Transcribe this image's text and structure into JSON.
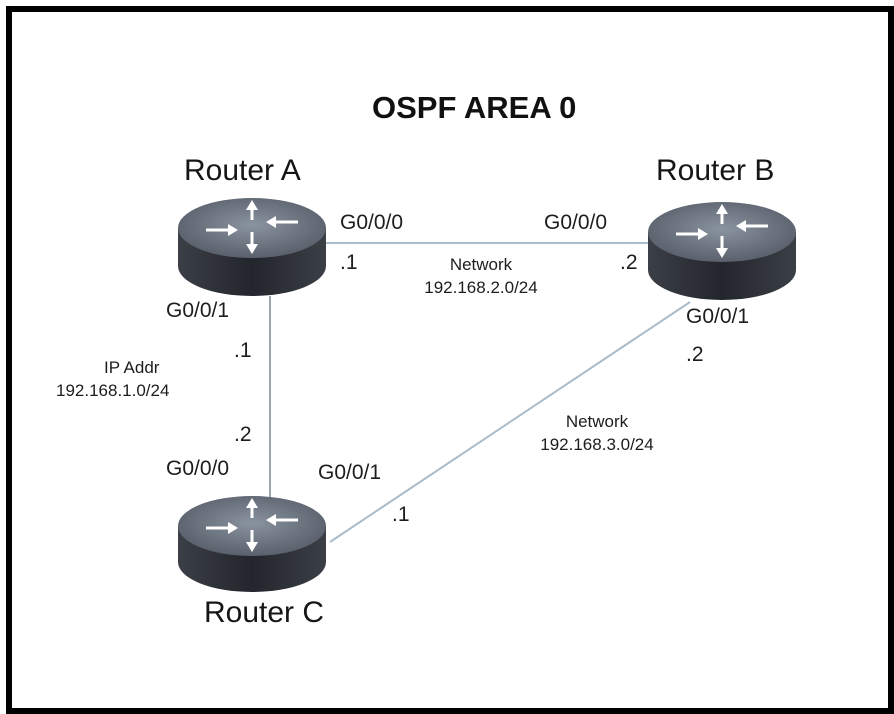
{
  "title": "OSPF AREA 0",
  "routers": {
    "a": {
      "name": "Router A"
    },
    "b": {
      "name": "Router B"
    },
    "c": {
      "name": "Router C"
    }
  },
  "links": {
    "ab": {
      "a_port": "G0/0/0",
      "a_ip": ".1",
      "b_port": "G0/0/0",
      "b_ip": ".2",
      "label": "Network",
      "subnet": "192.168.2.0/24"
    },
    "ac": {
      "a_port": "G0/0/1",
      "a_ip": ".1",
      "c_port": "G0/0/0",
      "c_ip": ".2",
      "label": "IP Addr",
      "subnet": "192.168.1.0/24"
    },
    "bc": {
      "b_port": "G0/0/1",
      "b_ip": ".2",
      "c_port": "G0/0/1",
      "c_ip": ".1",
      "label": "Network",
      "subnet": "192.168.3.0/24"
    }
  },
  "colors": {
    "link": "#a9bccb",
    "router_body": "#2e3138",
    "router_top": "#6b7380",
    "border": "#000000"
  },
  "icons": [
    "router-icon"
  ]
}
